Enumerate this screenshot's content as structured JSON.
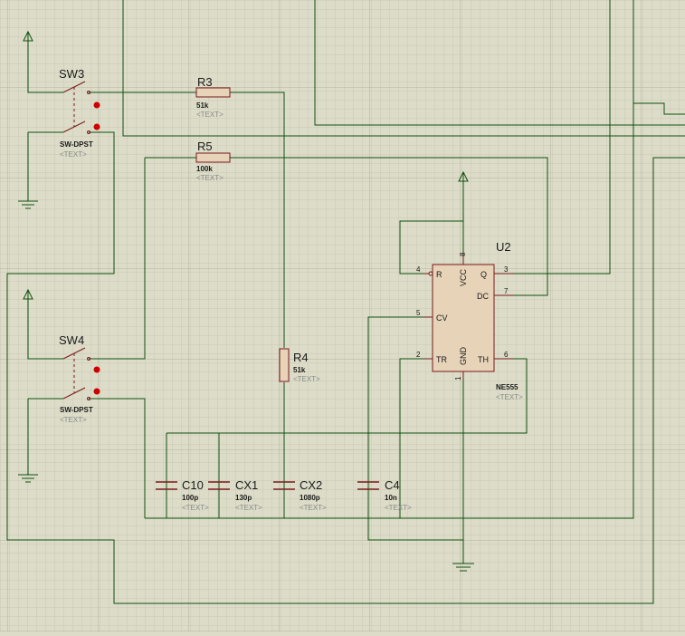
{
  "colors": {
    "background": "#dcdcc8",
    "grid_minor": "#c9c9b4",
    "grid_major": "#b6b6a0",
    "wire": "#0f4f0f",
    "component": "#7a1a1a",
    "component_fill": "#e6d3b8",
    "junction": "#cc0000"
  },
  "components": {
    "sw3": {
      "ref": "SW3",
      "type": "SW-DPST",
      "text": "<TEXT>"
    },
    "sw4": {
      "ref": "SW4",
      "type": "SW-DPST",
      "text": "<TEXT>"
    },
    "r3": {
      "ref": "R3",
      "value": "51k",
      "text": "<TEXT>"
    },
    "r5": {
      "ref": "R5",
      "value": "100k",
      "text": "<TEXT>"
    },
    "r4": {
      "ref": "R4",
      "value": "51k",
      "text": "<TEXT>"
    },
    "c10": {
      "ref": "C10",
      "value": "100p",
      "text": "<TEXT>"
    },
    "cx1": {
      "ref": "CX1",
      "value": "130p",
      "text": "<TEXT>"
    },
    "cx2": {
      "ref": "CX2",
      "value": "1080p",
      "text": "<TEXT>"
    },
    "c4": {
      "ref": "C4",
      "value": "10n",
      "text": "<TEXT>"
    },
    "u2": {
      "ref": "U2",
      "part": "NE555",
      "text": "<TEXT>",
      "pins": {
        "r": {
          "num": "4",
          "name": "R"
        },
        "vcc": {
          "num": "8",
          "name": "VCC"
        },
        "q": {
          "num": "3",
          "name": "Q"
        },
        "dc": {
          "num": "7",
          "name": "DC"
        },
        "cv": {
          "num": "5",
          "name": "CV"
        },
        "tr": {
          "num": "2",
          "name": "TR"
        },
        "gnd": {
          "num": "1",
          "name": "GND"
        },
        "th": {
          "num": "6",
          "name": "TH"
        }
      }
    }
  }
}
